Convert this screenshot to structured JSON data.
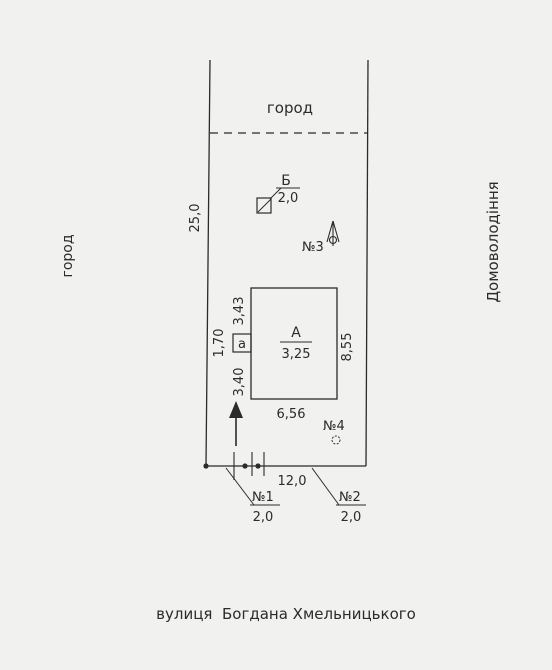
{
  "labels": {
    "garden_top": "город",
    "garden_left": "город",
    "neighbor_right": "Домоволодіння",
    "street": "вулиця  Богдана Хмельницького",
    "plot_length": "25,0",
    "plot_width": "12,0"
  },
  "building_a": {
    "letter": "А",
    "height": "3,25",
    "width_dim": "6,56",
    "depth_dim": "8,55",
    "left_upper_dim": "3,43",
    "left_lower_dim": "3,40"
  },
  "annex_a": {
    "letter": "а",
    "height": "1,70"
  },
  "building_b": {
    "letter": "Б",
    "height": "2,0"
  },
  "items": {
    "n1_label": "№1",
    "n1_value": "2,0",
    "n2_label": "№2",
    "n2_value": "2,0",
    "n3_label": "№3",
    "n4_label": "№4"
  },
  "colors": {
    "ink": "#2b2b2b",
    "paper": "#f1f1ef"
  }
}
